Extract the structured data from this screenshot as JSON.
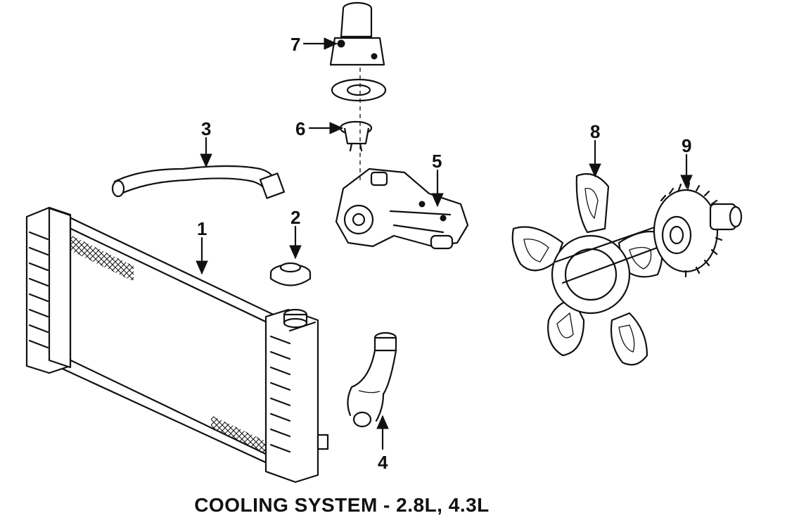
{
  "diagram": {
    "caption": "COOLING SYSTEM - 2.8L, 4.3L",
    "callouts": [
      {
        "id": "1",
        "label": "1"
      },
      {
        "id": "2",
        "label": "2"
      },
      {
        "id": "3",
        "label": "3"
      },
      {
        "id": "4",
        "label": "4"
      },
      {
        "id": "5",
        "label": "5"
      },
      {
        "id": "6",
        "label": "6"
      },
      {
        "id": "7",
        "label": "7"
      },
      {
        "id": "8",
        "label": "8"
      },
      {
        "id": "9",
        "label": "9"
      }
    ]
  }
}
